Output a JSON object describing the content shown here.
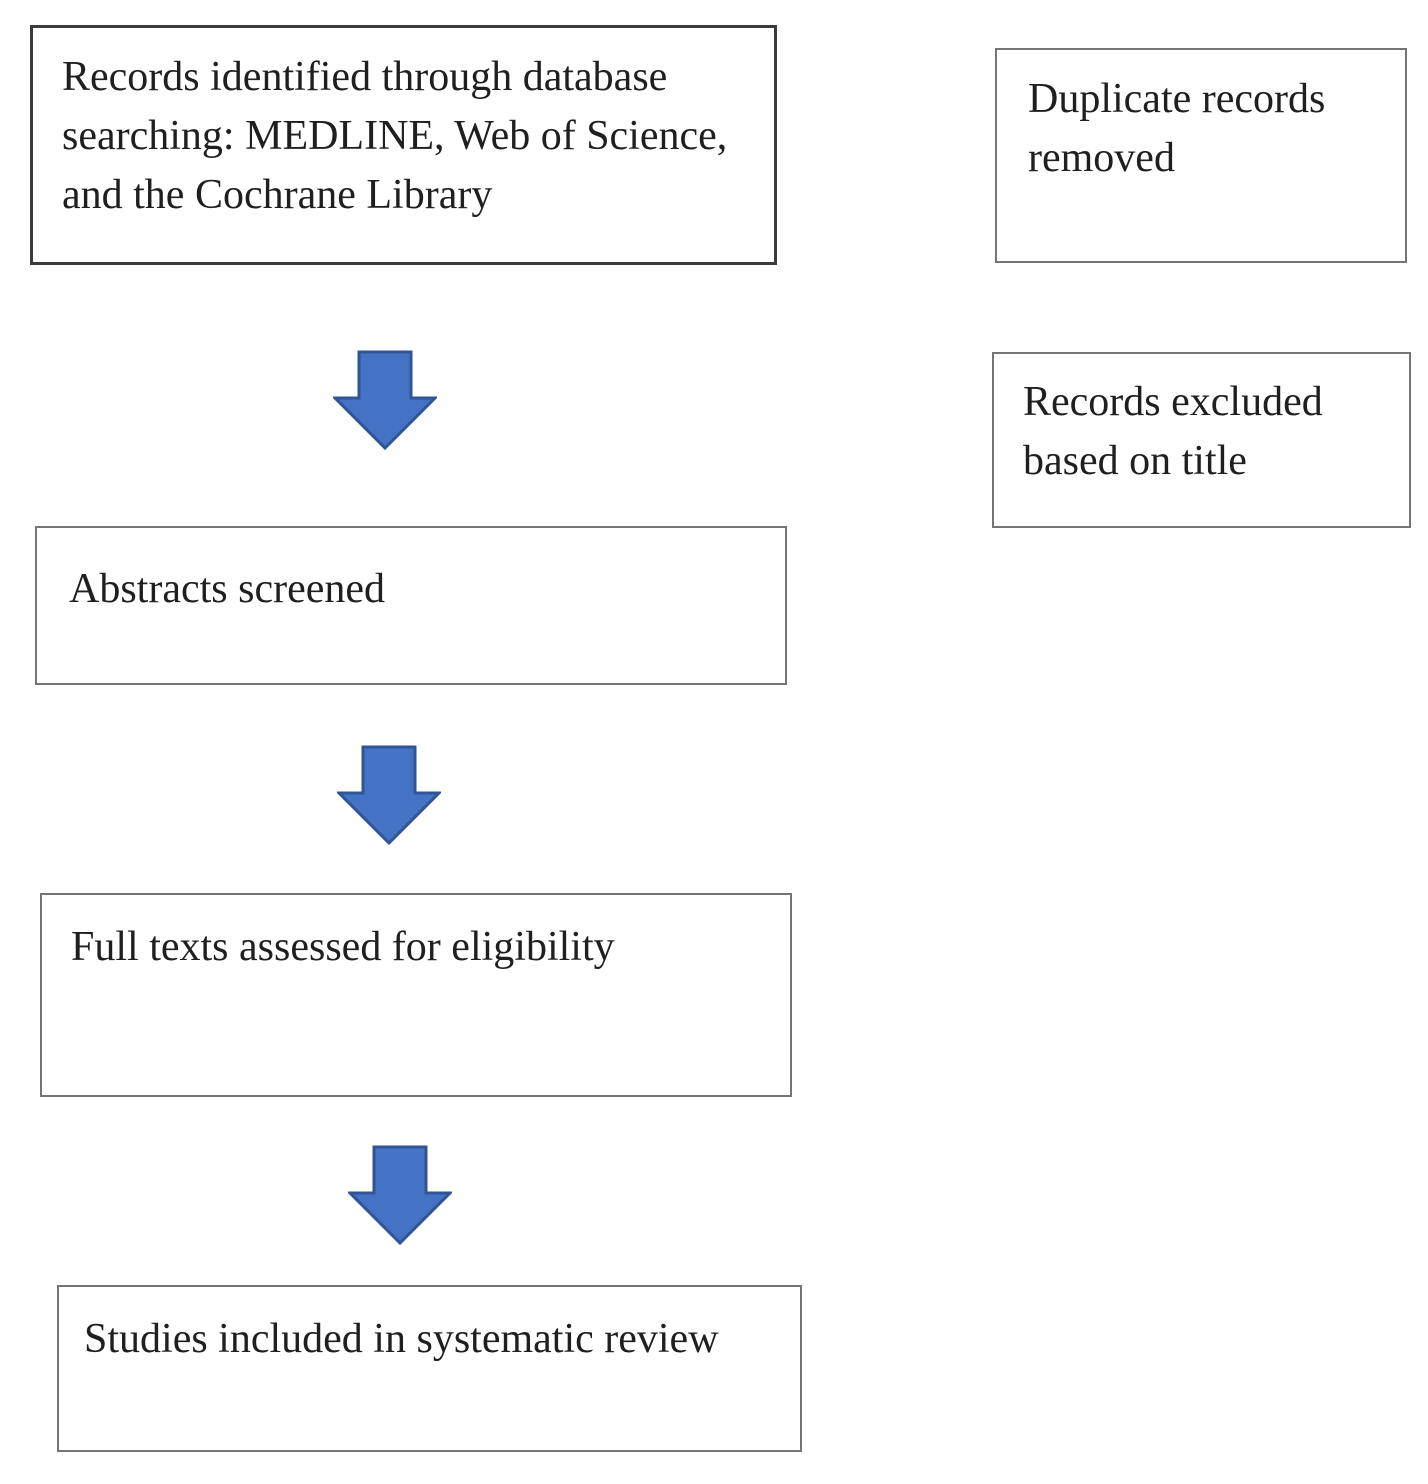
{
  "figure": {
    "type": "flowchart",
    "description": "Systematic review study-selection flow diagram",
    "colors": {
      "background": "#ffffff",
      "text": "#1f1f1f",
      "box_border_dark": "#3b3b3b",
      "box_border_gray": "#757575",
      "arrow_fill": "#4472C4",
      "arrow_stroke": "#2F5597"
    },
    "boxes": [
      {
        "name": "records-identified",
        "lines": [
          "Records identified through database",
          "searching: MEDLINE, Web of Science,",
          "and the Cochrane Library"
        ]
      },
      {
        "name": "duplicate-records-removed",
        "lines": [
          "Duplicate records",
          "removed"
        ]
      },
      {
        "name": "records-excluded-title",
        "lines": [
          "Records excluded",
          "based on title"
        ]
      },
      {
        "name": "abstracts-screened",
        "lines": [
          "Abstracts screened"
        ]
      },
      {
        "name": "full-texts-assessed",
        "lines": [
          "Full texts assessed for eligibility"
        ]
      },
      {
        "name": "studies-included",
        "lines": [
          "Studies included in systematic review"
        ]
      }
    ],
    "arrows": [
      {
        "name": "arrow-identification-to-abstracts",
        "direction": "down"
      },
      {
        "name": "arrow-abstracts-to-fulltexts",
        "direction": "down"
      },
      {
        "name": "arrow-fulltexts-to-included",
        "direction": "down"
      }
    ]
  }
}
